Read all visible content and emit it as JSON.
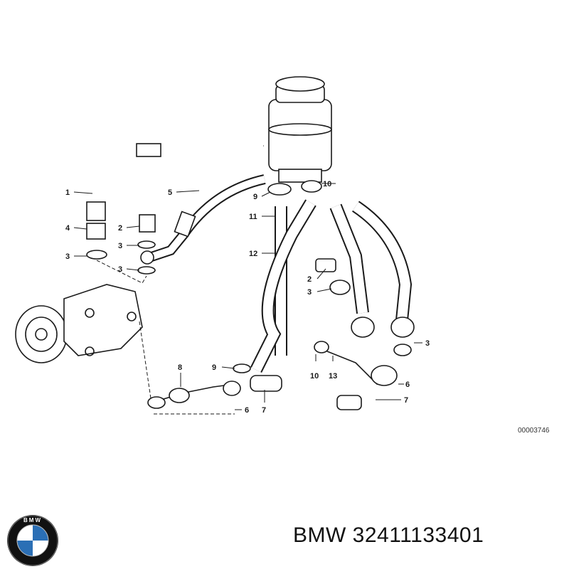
{
  "diagram": {
    "reference_number": "00003746",
    "callouts": [
      "1",
      "2",
      "3",
      "4",
      "5",
      "6",
      "7",
      "8",
      "9",
      "10",
      "11",
      "12",
      "13"
    ]
  },
  "footer": {
    "brand": "BMW",
    "part_number": "32411133401",
    "logo_letters": "BMW"
  },
  "colors": {
    "line": "#1a1a1a",
    "logo_blue": "#2b6fb5",
    "logo_ring": "#111111"
  }
}
